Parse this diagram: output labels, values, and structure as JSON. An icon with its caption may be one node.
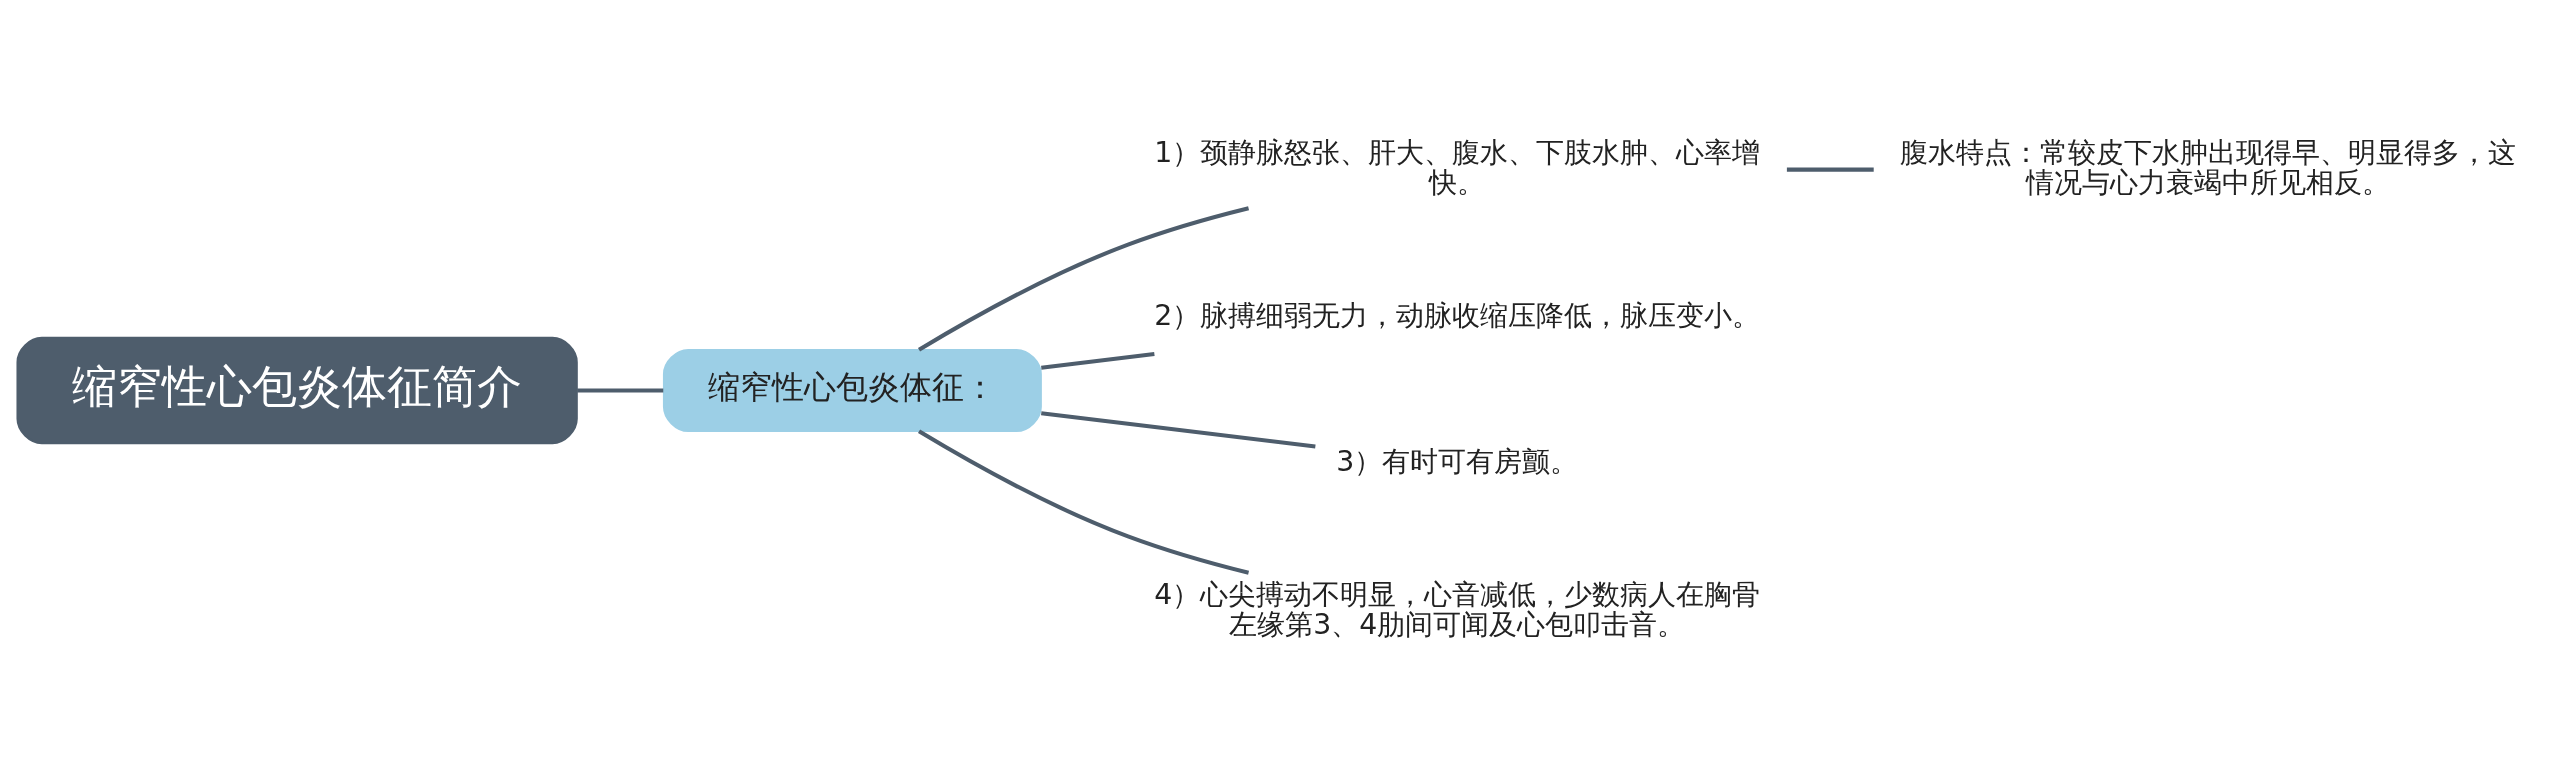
{
  "diagram": {
    "nodes": [
      {
        "text": [
          "缩窄性心包炎体征简介"
        ]
      },
      {
        "text": [
          "缩窄性心包炎体征："
        ]
      },
      {
        "text": [
          "1）颈静脉怒张、肝大、腹水、下肢水肿、心率增快。"
        ]
      },
      {
        "text": [
          "2）脉搏细弱无力，动脉收缩压降低，脉压变小。"
        ]
      },
      {
        "text": [
          "3）有时可有房颤。"
        ]
      },
      {
        "text": [
          "4）心尖搏动不明显，心音减低，少数病人在胸骨左缘第3、4肋间可闻及心包叩击音。"
        ]
      },
      {
        "text": [
          "腹水特点：常较皮下水肿出现得早、明显得多，这情况与心力衰竭中所见相反。"
        ]
      }
    ],
    "edges": [
      {
        "from": 0,
        "to": 1,
        "arrow": "none"
      },
      {
        "from": 1,
        "to": 2,
        "arrow": "none"
      },
      {
        "from": 1,
        "to": 3,
        "arrow": "none"
      },
      {
        "from": 1,
        "to": 4,
        "arrow": "none"
      },
      {
        "from": 1,
        "to": 5,
        "arrow": "none"
      },
      {
        "from": 2,
        "to": 6,
        "arrow": "none"
      }
    ]
  }
}
